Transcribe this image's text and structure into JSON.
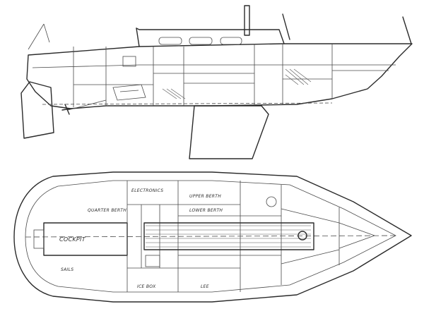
{
  "labels": {
    "cockpit": "COCKPIT",
    "sails": "SAILS",
    "upper_berth": "UPPER BERTH",
    "lower_berth": "LOWER BERTH",
    "electronics": "ELECTRONICS",
    "quarter_berth": "QUARTER BERTH",
    "icebox": "ICE BOX",
    "lee": "LEE"
  }
}
